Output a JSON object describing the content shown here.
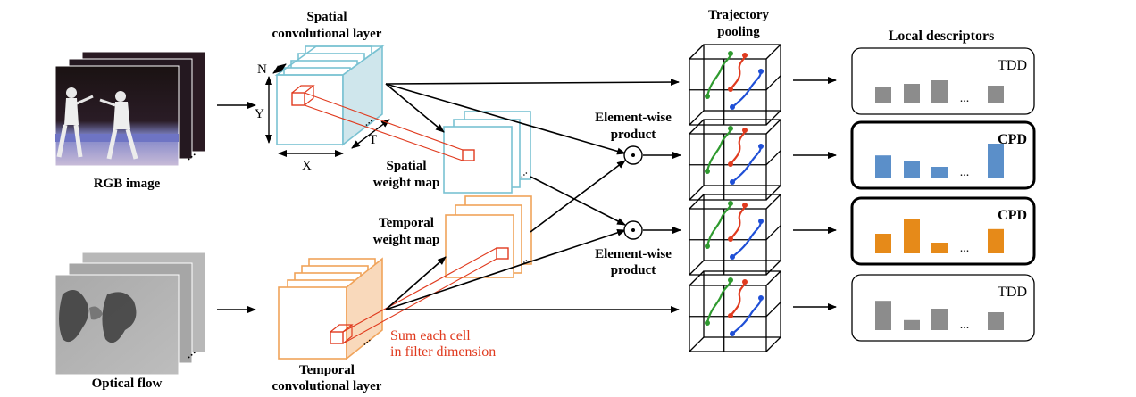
{
  "labels": {
    "rgb_image": "RGB image",
    "optical_flow": "Optical flow",
    "spatial_layer_1": "Spatial",
    "spatial_layer_2": "convolutional layer",
    "temporal_layer_1": "Temporal",
    "temporal_layer_2": "convolutional layer",
    "spatial_map_1": "Spatial",
    "spatial_map_2": "weight map",
    "temporal_map_1": "Temporal",
    "temporal_map_2": "weight map",
    "ew_top_1": "Element-wise",
    "ew_top_2": "product",
    "ew_bot_1": "Element-wise",
    "ew_bot_2": "product",
    "traj_1": "Trajectory",
    "traj_2": "pooling",
    "local_descriptors": "Local descriptors",
    "sum_1": "Sum each cell",
    "sum_2": "in filter dimension",
    "axis_n": "N",
    "axis_y": "Y",
    "axis_x": "X",
    "axis_t": "T",
    "dots": "..."
  },
  "descriptors": [
    {
      "label": "TDD",
      "color": "#8c8c8c",
      "bars": [
        0.45,
        0.55,
        0.65,
        0.5
      ],
      "bold": false
    },
    {
      "label": "CPD",
      "color": "#5b8fc9",
      "bars": [
        0.62,
        0.45,
        0.3,
        0.95
      ],
      "bold": true
    },
    {
      "label": "CPD",
      "color": "#e68a19",
      "bars": [
        0.55,
        0.95,
        0.3,
        0.68
      ],
      "bold": true
    },
    {
      "label": "TDD",
      "color": "#8c8c8c",
      "bars": [
        0.82,
        0.28,
        0.6,
        0.5
      ],
      "bold": false
    }
  ],
  "colors": {
    "spatial": "#79c2d2",
    "temporal": "#f0a35a",
    "highlight": "#e03a1e",
    "traj_green": "#2f9a2f",
    "traj_red": "#e03a1e",
    "traj_blue": "#1f4fd6"
  }
}
